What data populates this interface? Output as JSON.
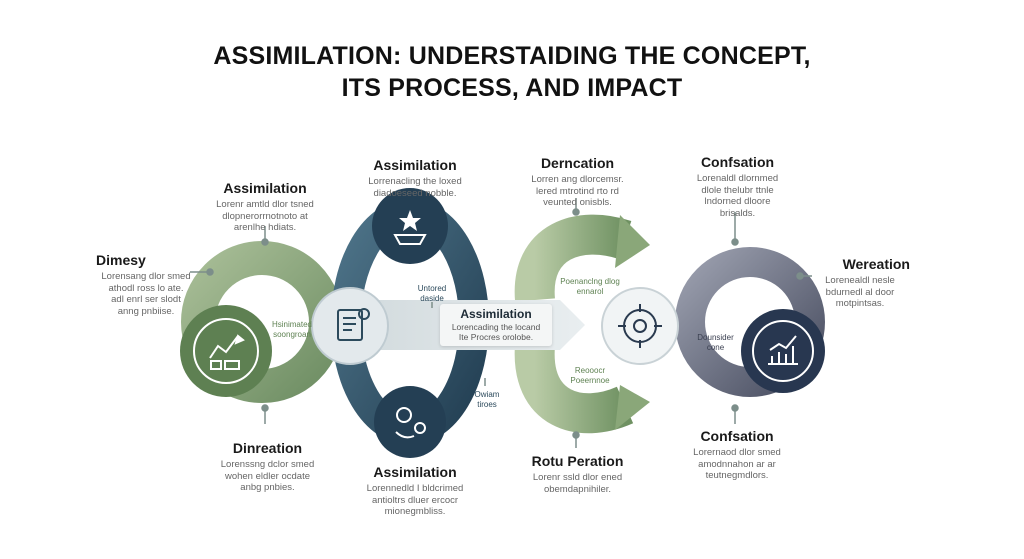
{
  "title": {
    "line1": "ASSIMILATION: UNDERSTAIDING THE CONCEPT,",
    "line2": "ITS PROCESS, AND IMPACT"
  },
  "colors": {
    "green": "#7e9f6d",
    "light_green": "#a9bf97",
    "navy": "#2c4a5c",
    "slate": "#6b6f80",
    "dark_navy": "#2a3a4f",
    "pale": "#d6dde0"
  },
  "callouts": {
    "dimesy": {
      "heading": "Dimesy",
      "lines": [
        "Lorensang dlor smed",
        "athodl ross lo ate.",
        "adl enrl ser slodt",
        "anng pnbiise."
      ]
    },
    "assimilation_upper_left": {
      "heading": "Assimilation",
      "lines": [
        "Lorenr amtld dlor tsned",
        "dlopnerorrnotnoto at",
        "arenlhe hdiats."
      ]
    },
    "assimilation_top": {
      "heading": "Assimilation",
      "lines": [
        "Lorrenacling the loxed",
        "diadoeseed nobble."
      ]
    },
    "derncation": {
      "heading": "Derncation",
      "lines": [
        "Lorren ang dlorcemsr.",
        "lered mtrotind rto rd",
        "veunted onisbls."
      ]
    },
    "confsation_top": {
      "heading": "Confsation",
      "lines": [
        "Lorenaldl dlornmed",
        "dlole thelubr ttnle",
        "lndorned dloore",
        "brisalds."
      ]
    },
    "wereation": {
      "heading": "Wereation",
      "lines": [
        "Lorenealdl nesle",
        "bdurnedl al door",
        "motpintsas."
      ]
    },
    "dinreation": {
      "heading": "Dinreation",
      "lines": [
        "Lorenssng dclor smed",
        "wohen eldler ocdate",
        "anbg pnbies."
      ]
    },
    "assimilation_bottom": {
      "heading": "Assimilation",
      "lines": [
        "Lorennedld I bldcrimed",
        "antioltrs dluer ercocr",
        "mionegmbliss."
      ]
    },
    "rotu_peration": {
      "heading": "Rotu Peration",
      "lines": [
        "Lorenr ssld dlor ened",
        "obemdapnihiler."
      ]
    },
    "confsation_bottom": {
      "heading": "Confsation",
      "lines": [
        "Lorernaod dlor smed",
        "amodnnahon ar ar",
        "teutnegmdlors."
      ]
    }
  },
  "small_labels": {
    "hsinimated": [
      "Hsinimated",
      "soongroan"
    ],
    "untored": [
      "Untored",
      "daside"
    ],
    "owiam": [
      "Owiam",
      "tiroes"
    ],
    "poenancing": [
      "Poenanclng dlog",
      "ennarol"
    ],
    "reooocr": [
      "Reooocr",
      "Poeernnoe"
    ],
    "dounsider": [
      "Dounsider",
      "cone"
    ]
  },
  "center": {
    "heading": "Assimilation",
    "line1": "Lorencading the locand",
    "line2": "Ite Procres orolobe."
  },
  "icons": [
    "hands-chart-icon",
    "star-bowl-icon",
    "document-gear-icon",
    "gears-hand-icon",
    "compass-target-icon",
    "growth-chart-icon"
  ]
}
